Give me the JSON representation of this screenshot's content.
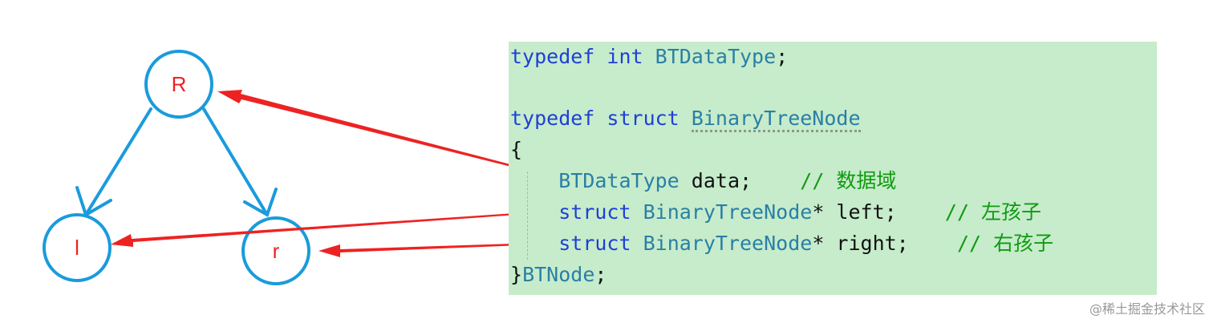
{
  "tree": {
    "root_label": "R",
    "left_label": "l",
    "right_label": "r"
  },
  "colors": {
    "tree_stroke": "#1a9bdc",
    "arrow": "#ee2222",
    "code_background": "#c6eccb",
    "keyword": "#1f3fd6",
    "type": "#2a7fa6",
    "comment": "#119a11"
  },
  "code": {
    "line1": {
      "kw1": "typedef",
      "kw2": "int",
      "type": "BTDataType",
      "punct": ";"
    },
    "line3": {
      "kw1": "typedef",
      "kw2": "struct",
      "type": "BinaryTreeNode"
    },
    "line4": {
      "text": "{"
    },
    "line5": {
      "type": "BTDataType",
      "text": " data;",
      "comment": "// 数据域"
    },
    "line6": {
      "kw": "struct",
      "type": "BinaryTreeNode",
      "text": "* left;",
      "comment": "// 左孩子"
    },
    "line7": {
      "kw": "struct",
      "type": "BinaryTreeNode",
      "text": "* right;",
      "comment": "// 右孩子"
    },
    "line8": {
      "brace": "}",
      "type": "BTNode",
      "punct": ";"
    }
  },
  "watermark": "@稀土掘金技术社区"
}
